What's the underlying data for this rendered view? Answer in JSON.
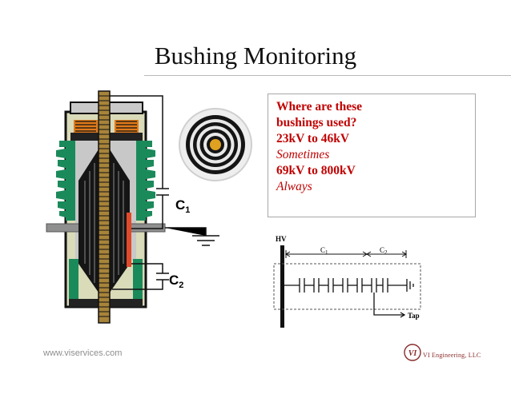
{
  "title": "Bushing Monitoring",
  "info": {
    "q1": "Where are these",
    "q2": "bushings used?",
    "range1": "23kV to 46kV",
    "range1_note": "Sometimes",
    "range2": "69kV to 800kV",
    "range2_note": "Always"
  },
  "bushing_labels": {
    "c1": "C",
    "c1_sub": "1",
    "c2": "C",
    "c2_sub": "2"
  },
  "schematic": {
    "hv": "HV",
    "c1": "C",
    "c1_sub": "1",
    "c2": "C",
    "c2_sub": "2",
    "tap": "Tap"
  },
  "footer": {
    "website": "www.viservices.com",
    "company": "VI Engineering, LLC",
    "logo_text": "VI"
  },
  "colors": {
    "title": "#111111",
    "info_text": "#c00000",
    "porcelain": "#1a8a5a",
    "bushing_inner": "#d6d8b4",
    "core": "#111111",
    "grading_foil": "#c8c8c8",
    "conductor": "#a07a2a",
    "springs": "#d86a10",
    "flange": "#909090"
  }
}
